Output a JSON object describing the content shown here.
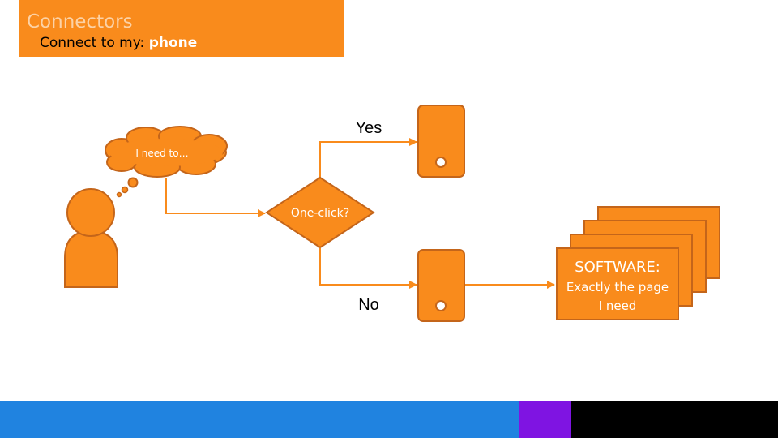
{
  "header": {
    "title": "Connectors",
    "subtitle_prefix": "Connect to my: ",
    "subtitle_emphasis": "phone"
  },
  "diagram": {
    "thought_bubble": "I need to…",
    "decision": "One-click?",
    "yes_label": "Yes",
    "no_label": "No",
    "software_title": "SOFTWARE:",
    "software_line1": "Exactly the page",
    "software_line2": "I need"
  },
  "colors": {
    "orange": "#F98B1C",
    "stroke": "#C4651A",
    "text_light": "#ffffff",
    "title_faded": "#FCD2A6",
    "footer_blue": "#2083E0",
    "footer_purple": "#7F14E2",
    "footer_black": "#000000"
  },
  "icons": [
    "person-icon",
    "thought-cloud-icon",
    "phone-icon",
    "stacked-pages-icon"
  ]
}
